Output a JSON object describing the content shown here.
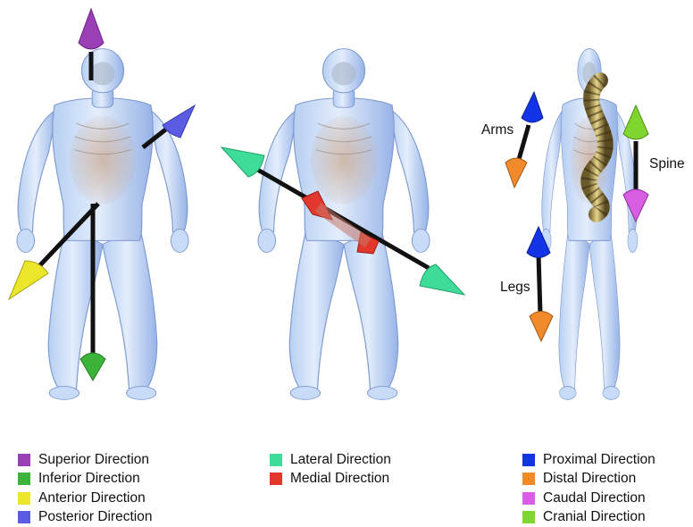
{
  "figures": [
    {
      "name": "figure-left",
      "arrows": [
        "superior",
        "posterior",
        "anterior",
        "inferior"
      ]
    },
    {
      "name": "figure-middle",
      "arrows": [
        "lateral",
        "medial"
      ]
    },
    {
      "name": "figure-right",
      "arrows": [
        "proximal",
        "distal",
        "cranial",
        "caudal"
      ]
    }
  ],
  "callouts": {
    "arms": "Arms",
    "spine": "Spine",
    "legs": "Legs"
  },
  "legend": {
    "col1": [
      {
        "label": "Superior Direction",
        "color": "#9b3fb7"
      },
      {
        "label": "Inferior Direction",
        "color": "#3cb43a"
      },
      {
        "label": "Anterior Direction",
        "color": "#ebe62a"
      },
      {
        "label": "Posterior Direction",
        "color": "#5b5ce3"
      }
    ],
    "col2": [
      {
        "label": "Lateral Direction",
        "color": "#3fdb99"
      },
      {
        "label": "Medial Direction",
        "color": "#e2372c"
      }
    ],
    "col3": [
      {
        "label": "Proximal Direction",
        "color": "#1234e6"
      },
      {
        "label": "Distal Direction",
        "color": "#f08a2a"
      },
      {
        "label": "Caudal Direction",
        "color": "#d85fe3"
      },
      {
        "label": "Cranial Direction",
        "color": "#7fd62e"
      }
    ]
  }
}
